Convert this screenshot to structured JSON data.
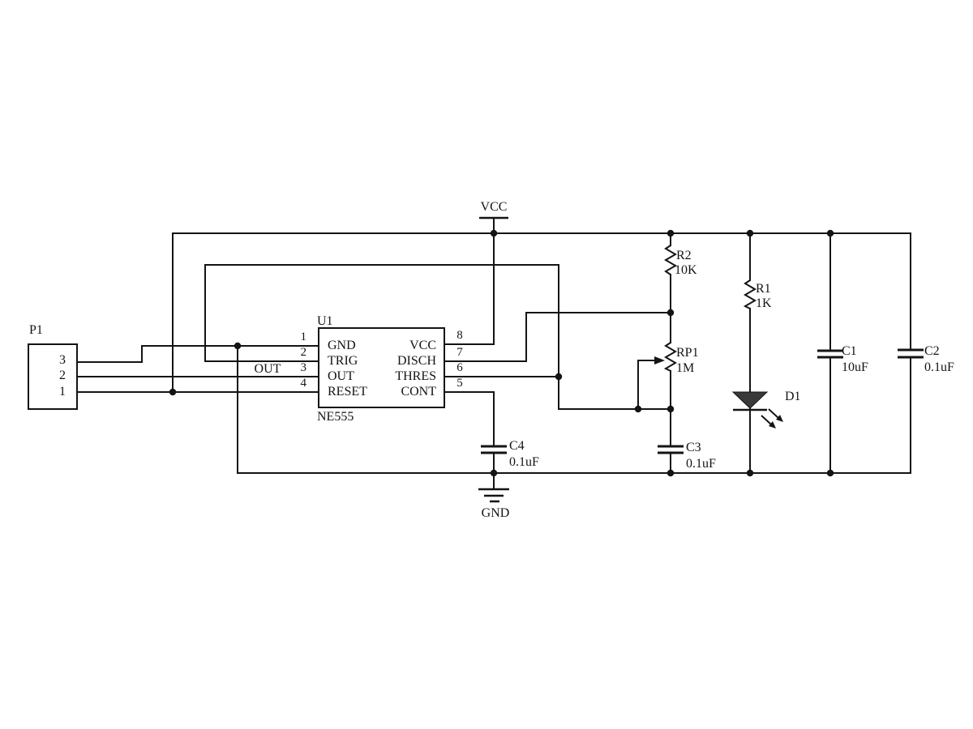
{
  "nets": {
    "vcc": "VCC",
    "gnd": "GND",
    "out": "OUT"
  },
  "connector_p1": {
    "ref": "P1",
    "pins": [
      "3",
      "2",
      "1"
    ]
  },
  "ic_u1": {
    "ref": "U1",
    "part": "NE555",
    "left_pins": [
      {
        "num": "1",
        "name": "GND"
      },
      {
        "num": "2",
        "name": "TRIG"
      },
      {
        "num": "3",
        "name": "OUT"
      },
      {
        "num": "4",
        "name": "RESET"
      }
    ],
    "right_pins": [
      {
        "num": "8",
        "name": "VCC"
      },
      {
        "num": "7",
        "name": "DISCH"
      },
      {
        "num": "6",
        "name": "THRES"
      },
      {
        "num": "5",
        "name": "CONT"
      }
    ]
  },
  "resistors": {
    "r2": {
      "ref": "R2",
      "value": "10K"
    },
    "r1": {
      "ref": "R1",
      "value": "1K"
    }
  },
  "potentiometer": {
    "ref": "RP1",
    "value": "1M"
  },
  "led": {
    "ref": "D1"
  },
  "capacitors": {
    "c1": {
      "ref": "C1",
      "value": "10uF"
    },
    "c2": {
      "ref": "C2",
      "value": "0.1uF"
    },
    "c3": {
      "ref": "C3",
      "value": "0.1uF"
    },
    "c4": {
      "ref": "C4",
      "value": "0.1uF"
    }
  },
  "colors": {
    "wire": "#141414",
    "background": "#ffffff",
    "led_fill": "#3a3a3a"
  }
}
